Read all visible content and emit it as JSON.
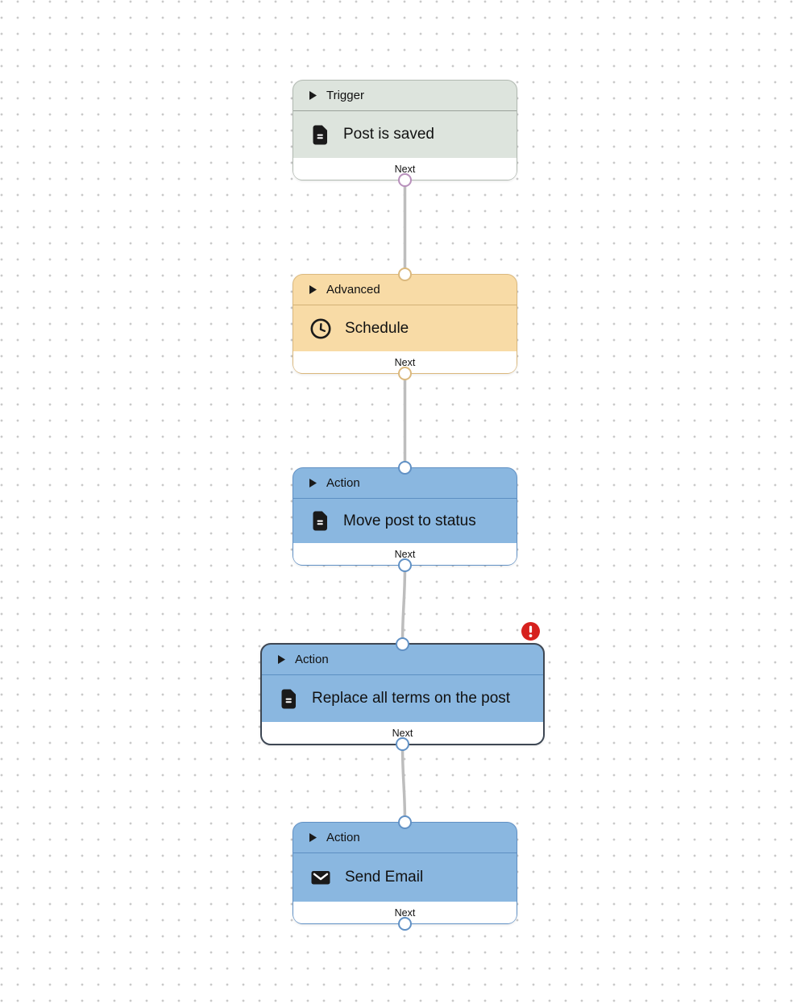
{
  "canvas": {
    "background_color": "#ffffff",
    "dot_color": "#c9c9c9",
    "connection_color": "#bdbdbd"
  },
  "nodes": [
    {
      "category": "Trigger",
      "title": "Post is saved",
      "icon": "document-icon",
      "footer_label": "Next",
      "selected": false,
      "has_error": false,
      "colors": {
        "fill": "#dde4dd",
        "border": "#b2bab2",
        "separator": "#9aa29a",
        "port": "#b890bc"
      }
    },
    {
      "category": "Advanced",
      "title": "Schedule",
      "icon": "clock-icon",
      "footer_label": "Next",
      "selected": false,
      "has_error": false,
      "colors": {
        "fill": "#f8dba6",
        "border": "#dbb97e",
        "separator": "#d2b076",
        "port": "#dbb97e"
      }
    },
    {
      "category": "Action",
      "title": "Move post to status",
      "icon": "document-icon",
      "footer_label": "Next",
      "selected": false,
      "has_error": false,
      "colors": {
        "fill": "#8ab7e0",
        "border": "#6191c5",
        "separator": "#5d8fc2",
        "port": "#6191c5"
      }
    },
    {
      "category": "Action",
      "title": "Replace all terms on the post",
      "icon": "document-icon",
      "footer_label": "Next",
      "selected": true,
      "has_error": true,
      "error_color": "#d6211e",
      "colors": {
        "fill": "#8ab7e0",
        "border": "#3e4753",
        "separator": "#5d8fc2",
        "port": "#6191c5"
      }
    },
    {
      "category": "Action",
      "title": "Send Email",
      "icon": "mail-icon",
      "footer_label": "Next",
      "selected": false,
      "has_error": false,
      "colors": {
        "fill": "#8ab7e0",
        "border": "#6191c5",
        "separator": "#5d8fc2",
        "port": "#6191c5"
      }
    }
  ],
  "connections": [
    {
      "from": "Post is saved",
      "to": "Schedule"
    },
    {
      "from": "Schedule",
      "to": "Move post to status"
    },
    {
      "from": "Move post to status",
      "to": "Replace all terms on the post"
    },
    {
      "from": "Replace all terms on the post",
      "to": "Send Email"
    }
  ]
}
